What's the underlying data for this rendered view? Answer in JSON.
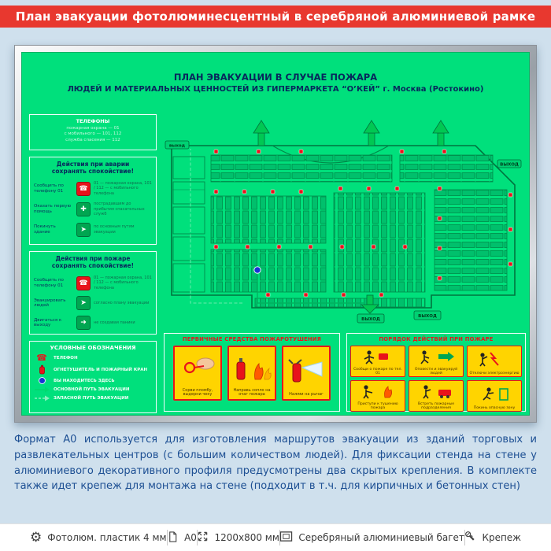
{
  "banner": {
    "title": "План эвакуации фотолюминесцентный в серебряной алюминиевой рамке"
  },
  "board": {
    "title_line1": "ПЛАН ЭВАКУАЦИИ В СЛУЧАЕ ПОЖАРА",
    "title_line2": "ЛЮДЕЙ И МАТЕРИАЛЬНЫХ ЦЕННОСТЕЙ ИЗ ГИПЕРМАРКЕТА “О’КЕЙ” г. Москва (Ростокино)",
    "phones": {
      "title": "ТЕЛЕФОНЫ",
      "line1": "пожарная охрана — 01",
      "line2": "с мобильного — 101, 112",
      "line3": "служба спасения — 112"
    },
    "accident": {
      "title1": "Действия при аварии",
      "title2": "сохранять спокойствие!",
      "row1_label": "Сообщить по телефону 01",
      "row1_note": "01 — пожарная охрана, 101 / 112 — с мобильного телефона",
      "row2_label": "Оказать первую помощь",
      "row2_note": "пострадавшим до прибытия спасательных служб",
      "row3_label": "Покинуть здание",
      "row3_note": "по основным путям эвакуации"
    },
    "fire": {
      "title1": "Действия при пожаре",
      "title2": "сохранять спокойствие!",
      "row1_label": "Сообщить по телефону 01",
      "row1_note": "01 — пожарная охрана, 101 / 112 — с мобильного телефона",
      "row2_label": "Эвакуировать людей",
      "row2_note": "согласно плану эвакуации",
      "row3_label": "Двигаться к выходу",
      "row3_note": "не создавая паники"
    },
    "legend": {
      "title": "УСЛОВНЫЕ ОБОЗНАЧЕНИЯ",
      "item1": "ТЕЛЕФОН",
      "item2": "ОГНЕТУШИТЕЛЬ И ПОЖАРНЫЙ КРАН",
      "item3": "ВЫ НАХОДИТЕСЬ ЗДЕСЬ",
      "item4": "ОСНОВНОЙ ПУТЬ ЭВАКУАЦИИ",
      "item5": "ЗАПАСНОЙ ПУТЬ ЭВАКУАЦИИ"
    },
    "plan": {
      "exit_label": "ВЫХОД",
      "exit_label_small": "выход"
    },
    "panel_left": {
      "title": "ПЕРВИЧНЫЕ СРЕДСТВА ПОЖАРОТУШЕНИЯ",
      "card1": "Сорви пломбу, выдерни чеку",
      "card2": "Направь сопло на очаг пожара",
      "card3": "Нажми на рычаг"
    },
    "panel_right": {
      "title": "ПОРЯДОК ДЕЙСТВИЙ ПРИ ПОЖАРЕ",
      "card1": "Сообщи о пожаре по тел. 01",
      "card2": "Оповести и эвакуируй людей",
      "card3": "Отключи электроэнергию",
      "card4": "Приступи к тушению пожара",
      "card5": "Встреть пожарные подразделения",
      "card6": "Покинь опасную зону"
    }
  },
  "description": "Формат А0 используется для изготовления маршрутов эвакуации из зданий торговых и развлекательных центров (с большим количеством людей). Для фиксации стенда на стене у алюминиевого декоративного профиля предусмотрены два скрытых крепления. В комплекте также идет крепеж для монтажа на стене (подходит в т.ч. для кирпичных и бетонных стен)",
  "footer": {
    "item1": "Фотолюм. пластик 4 мм",
    "item2": "А0",
    "item3": "1200х800 мм",
    "item4": "Серебряный алюминиевый багет",
    "item5": "Крепеж",
    "icons": [
      "gear-icon",
      "document-icon",
      "dimensions-icon",
      "frame-icon",
      "screw-icon"
    ]
  },
  "colors": {
    "banner_red": "#e8382f",
    "page_background": "#cfe0ed",
    "board_green": "#00e07c",
    "accent_red": "#e8131b",
    "card_yellow": "#ffd400",
    "text_navy": "#1d4f93",
    "frame_silver": "#aab0b6"
  }
}
